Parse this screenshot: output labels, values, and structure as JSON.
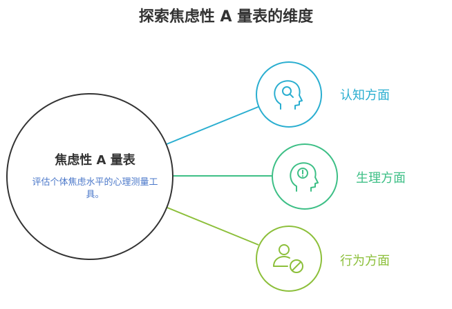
{
  "title": "探索焦虑性 A 量表的维度",
  "center": {
    "title": "焦虑性 A 量表",
    "description": "评估个体焦虑水平的心理测量工具。"
  },
  "branches": [
    {
      "label": "认知方面",
      "color": "#2aaed0",
      "icon": "head-magnifier-icon"
    },
    {
      "label": "生理方面",
      "color": "#3dbf86",
      "icon": "head-alert-icon"
    },
    {
      "label": "行为方面",
      "color": "#8cbf3a",
      "icon": "person-prohibited-icon"
    }
  ]
}
